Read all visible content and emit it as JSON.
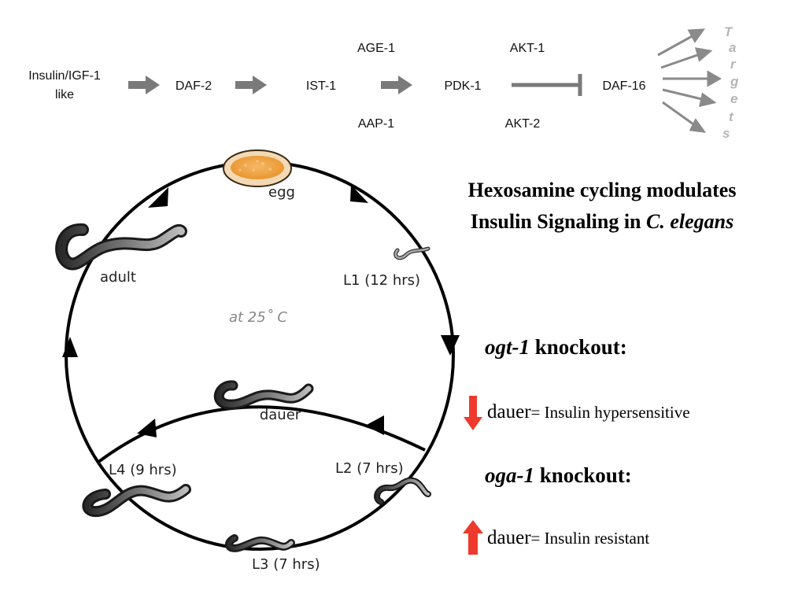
{
  "pathway": {
    "nodes": {
      "insulin_line1": "Insulin/IGF-1",
      "insulin_line2": "like",
      "daf2": "DAF-2",
      "ist1": "IST-1",
      "age1": "AGE-1",
      "aap1": "AAP-1",
      "pdk1": "PDK-1",
      "akt1": "AKT-1",
      "akt2": "AKT-2",
      "daf16": "DAF-16"
    },
    "targets_letters": [
      "T",
      "a",
      "r",
      "g",
      "e",
      "t",
      "s"
    ],
    "colors": {
      "arrow": "#7a7a7a",
      "targets_text": "#b5b5b5"
    }
  },
  "title": {
    "line1": "Hexosamine cycling modulates",
    "line2_prefix": "Insulin Signaling in ",
    "line2_species": "C. elegans"
  },
  "lifecycle": {
    "egg": "egg",
    "adult": "adult",
    "l1": "L1 (12 hrs)",
    "l2": "L2 (7 hrs)",
    "l3": "L3 (7 hrs)",
    "l4": "L4 (9 hrs)",
    "dauer": "dauer",
    "temperature": "at 25˚ C"
  },
  "knockouts": [
    {
      "gene": "ogt-1",
      "suffix": " knockout:",
      "direction": "down",
      "arrow_color": "#ee3a2c",
      "effect_term": "dauer",
      "effect_eq": "= Insulin hypersensitive"
    },
    {
      "gene": "oga-1",
      "suffix": " knockout:",
      "direction": "up",
      "arrow_color": "#ee3a2c",
      "effect_term": "dauer",
      "effect_eq": "=  Insulin resistant"
    }
  ]
}
